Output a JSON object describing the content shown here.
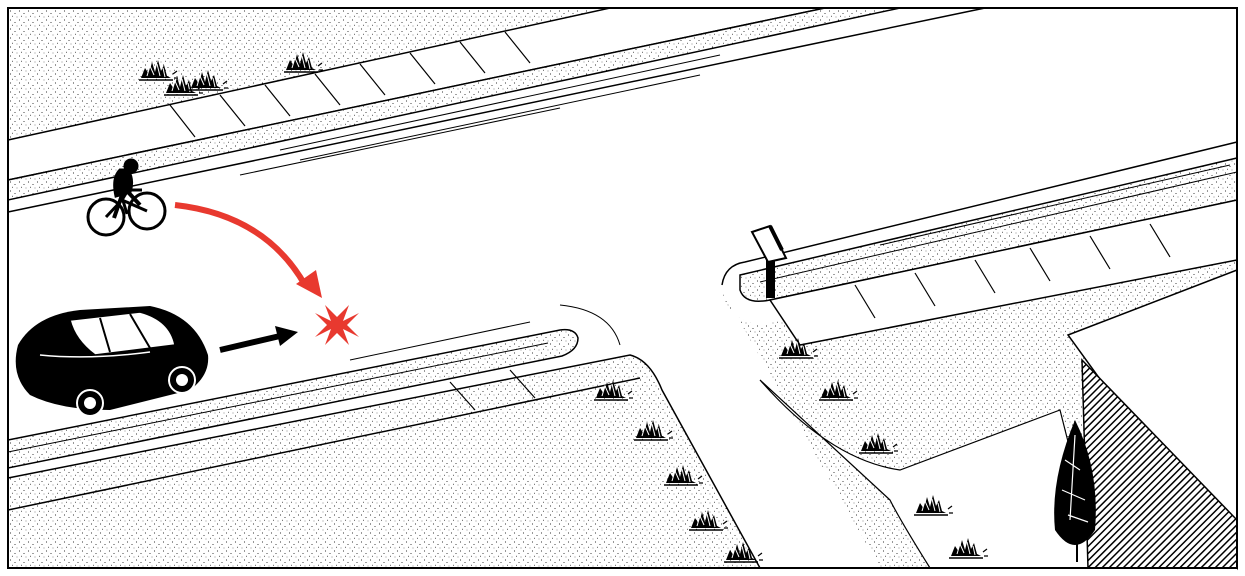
{
  "colors": {
    "ink": "#000000",
    "paper": "#ffffff",
    "accent": "#e8392f"
  },
  "diagram": {
    "subjects": [
      "bicycle-rider-icon",
      "car-icon"
    ],
    "collision_marker": "impact-icon",
    "paths": [
      "bicycle-path-arrow",
      "car-path-arrow"
    ],
    "features": [
      "road-sign-post",
      "shrub-icon",
      "tree-icon",
      "building-wall"
    ]
  }
}
